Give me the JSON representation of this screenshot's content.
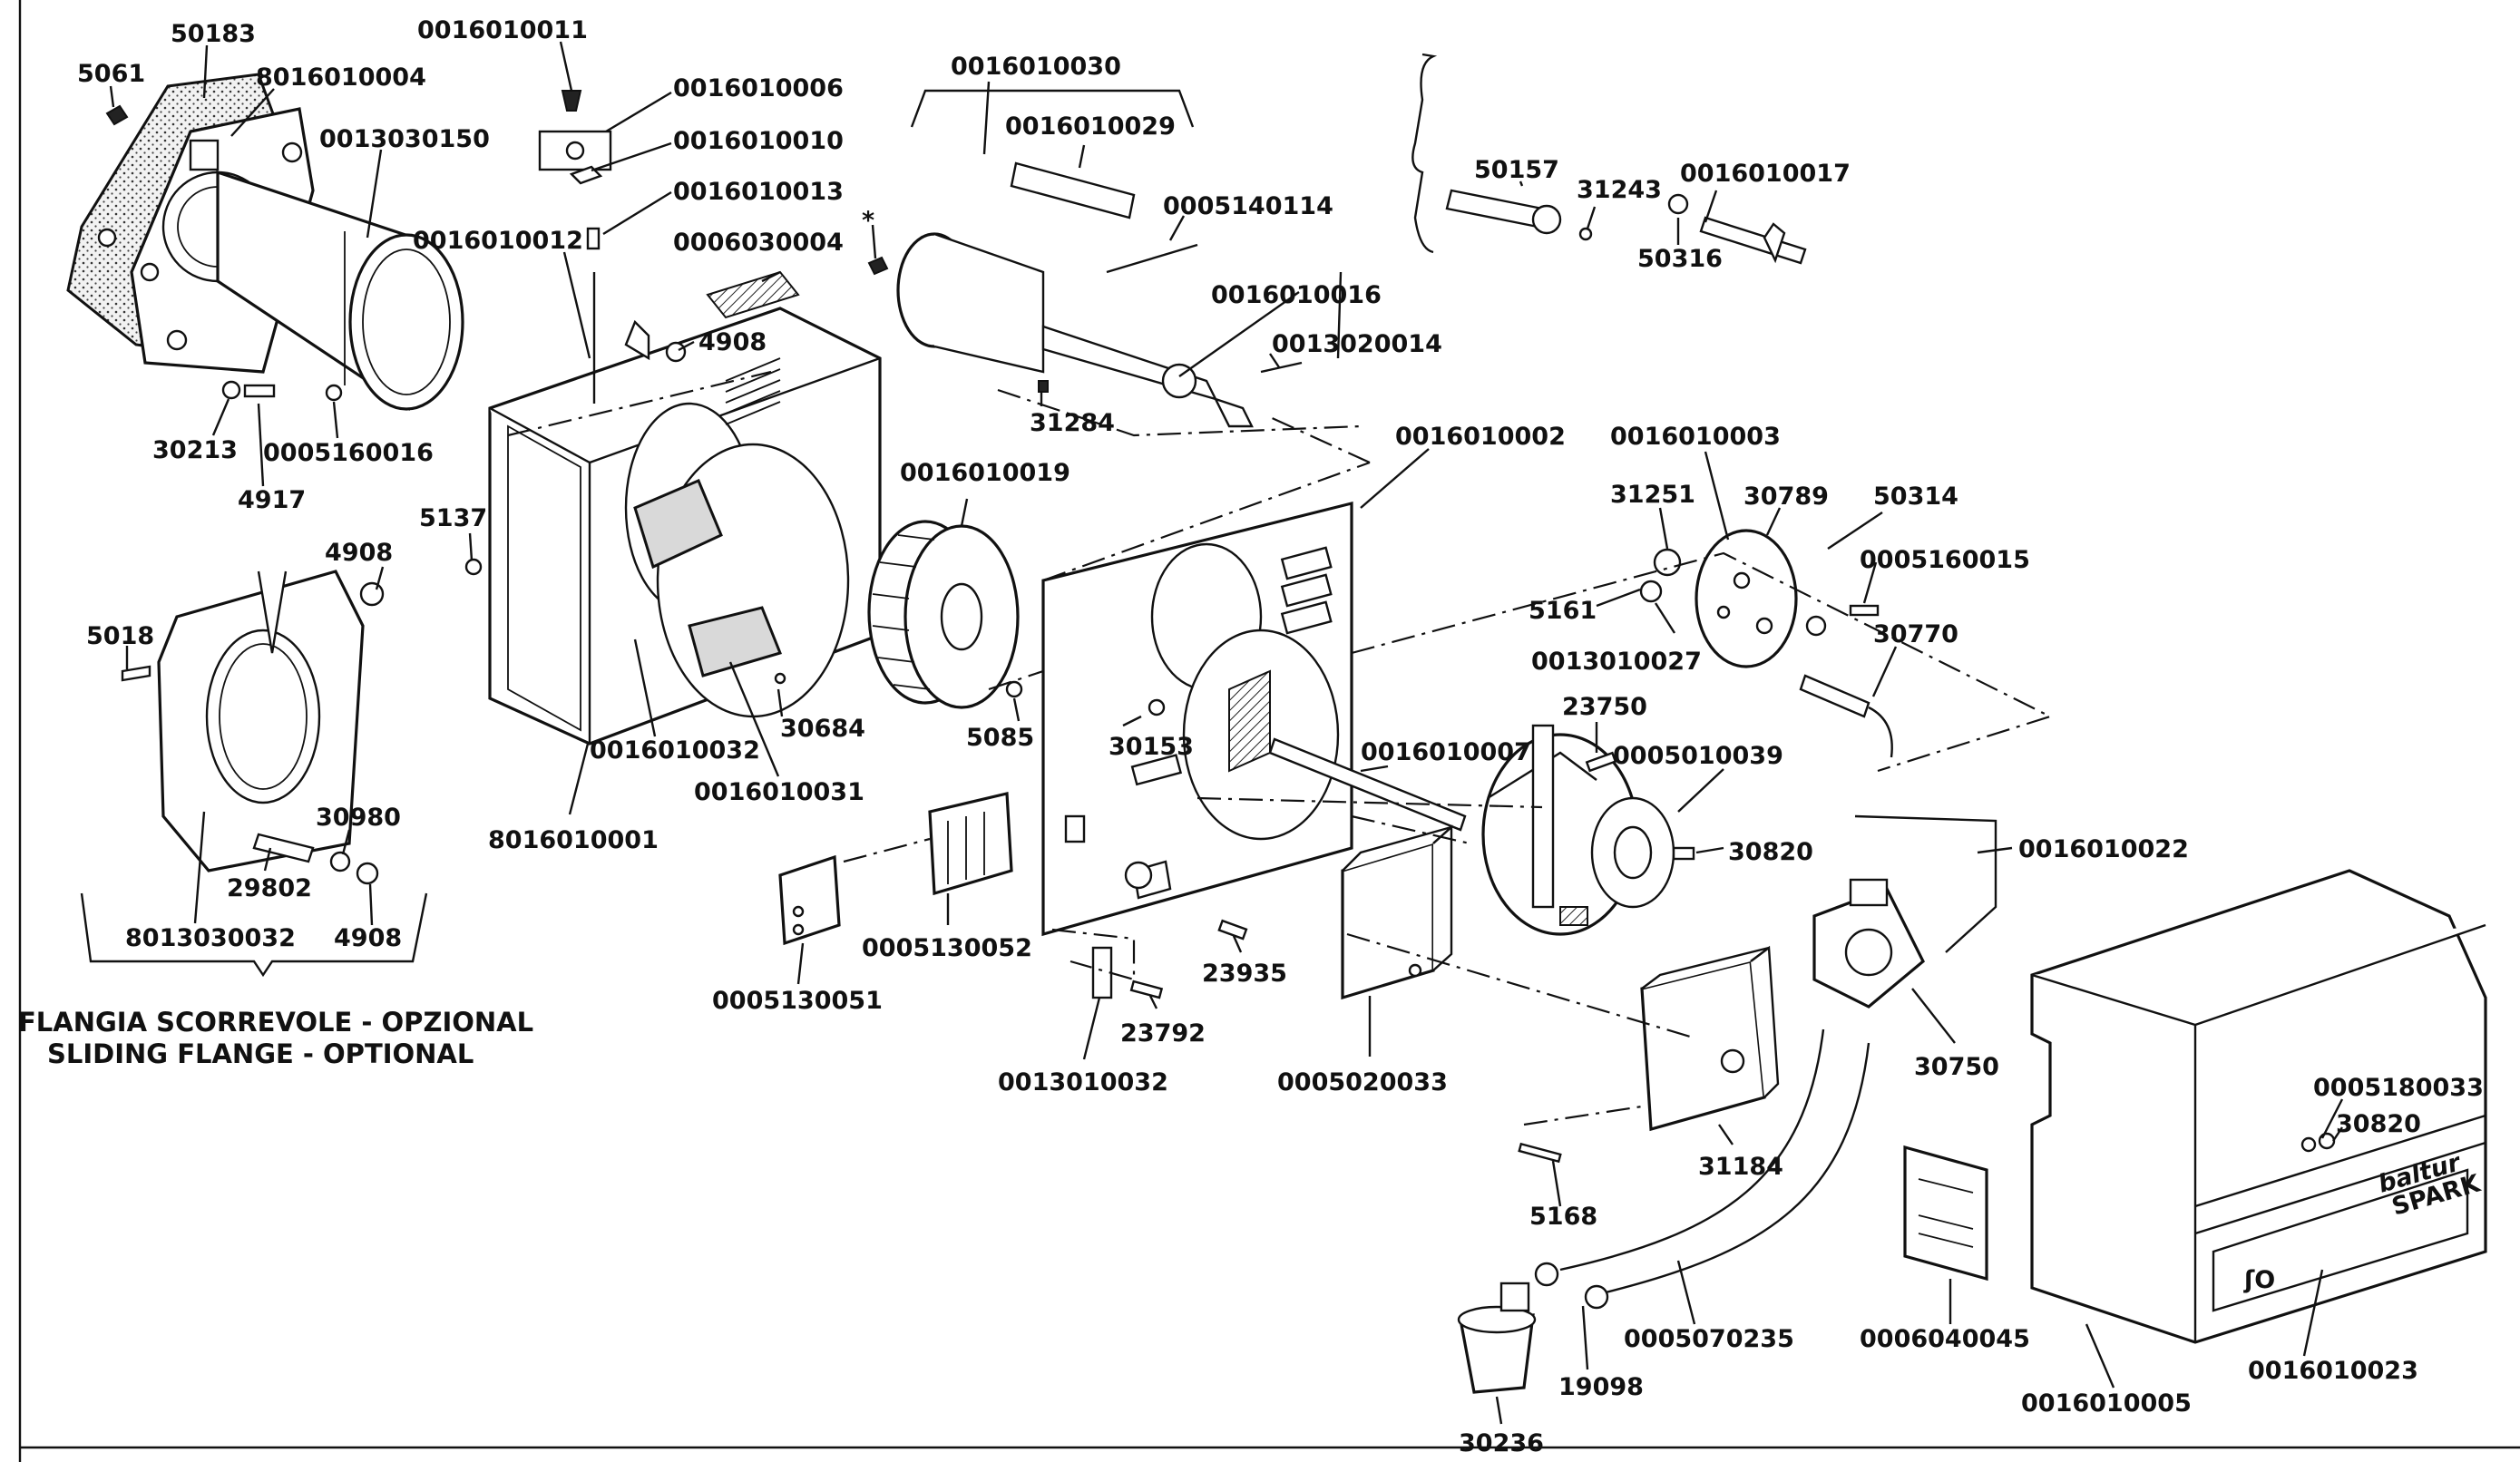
{
  "diagram": {
    "caption": {
      "line1": "FLANGIA SCORREVOLE - OPZIONAL",
      "line2": "SLIDING FLANGE - OPTIONAL"
    },
    "callouts": [
      {
        "id": "p5061",
        "text": "5061"
      },
      {
        "id": "p50183",
        "text": "50183"
      },
      {
        "id": "p8016010004",
        "text": "8016010004"
      },
      {
        "id": "p0013030150",
        "text": "0013030150"
      },
      {
        "id": "p0016010011",
        "text": "0016010011"
      },
      {
        "id": "p0016010006",
        "text": "0016010006"
      },
      {
        "id": "p0016010010",
        "text": "0016010010"
      },
      {
        "id": "p0016010013",
        "text": "0016010013"
      },
      {
        "id": "p0016010012",
        "text": "0016010012"
      },
      {
        "id": "p0006030004",
        "text": "0006030004"
      },
      {
        "id": "p4908a",
        "text": "4908"
      },
      {
        "id": "p30213",
        "text": "30213"
      },
      {
        "id": "p4917",
        "text": "4917"
      },
      {
        "id": "p0005160016",
        "text": "0005160016"
      },
      {
        "id": "p5137",
        "text": "5137"
      },
      {
        "id": "p4908b",
        "text": "4908"
      },
      {
        "id": "p5018",
        "text": "5018"
      },
      {
        "id": "p30980",
        "text": "30980"
      },
      {
        "id": "p29802",
        "text": "29802"
      },
      {
        "id": "p8013030032",
        "text": "8013030032"
      },
      {
        "id": "p4908c",
        "text": "4908"
      },
      {
        "id": "p0016010030",
        "text": "0016010030"
      },
      {
        "id": "p0016010029",
        "text": "0016010029"
      },
      {
        "id": "p0005140114",
        "text": "0005140114"
      },
      {
        "id": "pstar",
        "text": "*"
      },
      {
        "id": "p0016010016",
        "text": "0016010016"
      },
      {
        "id": "p0013020014",
        "text": "0013020014"
      },
      {
        "id": "p31284",
        "text": "31284"
      },
      {
        "id": "p50157",
        "text": "50157"
      },
      {
        "id": "p31243",
        "text": "31243"
      },
      {
        "id": "p0016010017",
        "text": "0016010017"
      },
      {
        "id": "p50316",
        "text": "50316"
      },
      {
        "id": "p0016010002",
        "text": "0016010002"
      },
      {
        "id": "p0016010003",
        "text": "0016010003"
      },
      {
        "id": "p0016010019",
        "text": "0016010019"
      },
      {
        "id": "p31251",
        "text": "31251"
      },
      {
        "id": "p30789",
        "text": "30789"
      },
      {
        "id": "p50314",
        "text": "50314"
      },
      {
        "id": "p0005160015",
        "text": "0005160015"
      },
      {
        "id": "p5161",
        "text": "5161"
      },
      {
        "id": "p0013010027",
        "text": "0013010027"
      },
      {
        "id": "p30770",
        "text": "30770"
      },
      {
        "id": "p23750",
        "text": "23750"
      },
      {
        "id": "p0005010039",
        "text": "0005010039"
      },
      {
        "id": "p30820a",
        "text": "30820"
      },
      {
        "id": "p0016010022",
        "text": "0016010022"
      },
      {
        "id": "p5085",
        "text": "5085"
      },
      {
        "id": "p30153",
        "text": "30153"
      },
      {
        "id": "p0016010007",
        "text": "0016010007"
      },
      {
        "id": "p0016010032",
        "text": "0016010032"
      },
      {
        "id": "p30684",
        "text": "30684"
      },
      {
        "id": "p0016010031",
        "text": "0016010031"
      },
      {
        "id": "p8016010001",
        "text": "8016010001"
      },
      {
        "id": "p0005130052",
        "text": "0005130052"
      },
      {
        "id": "p0005130051",
        "text": "0005130051"
      },
      {
        "id": "p23935",
        "text": "23935"
      },
      {
        "id": "p23792",
        "text": "23792"
      },
      {
        "id": "p0013010032",
        "text": "0013010032"
      },
      {
        "id": "p0005020033",
        "text": "0005020033"
      },
      {
        "id": "p30750",
        "text": "30750"
      },
      {
        "id": "p0005180033",
        "text": "0005180033"
      },
      {
        "id": "p30820b",
        "text": "30820"
      },
      {
        "id": "p31184",
        "text": "31184"
      },
      {
        "id": "p5168",
        "text": "5168"
      },
      {
        "id": "p0005070235",
        "text": "0005070235"
      },
      {
        "id": "p19098",
        "text": "19098"
      },
      {
        "id": "p30236",
        "text": "30236"
      },
      {
        "id": "p0006040045",
        "text": "0006040045"
      },
      {
        "id": "p0016010005",
        "text": "0016010005"
      },
      {
        "id": "p0016010023",
        "text": "0016010023"
      }
    ],
    "cover_logo": {
      "line1": "baltur",
      "line2": "SPARK"
    }
  }
}
